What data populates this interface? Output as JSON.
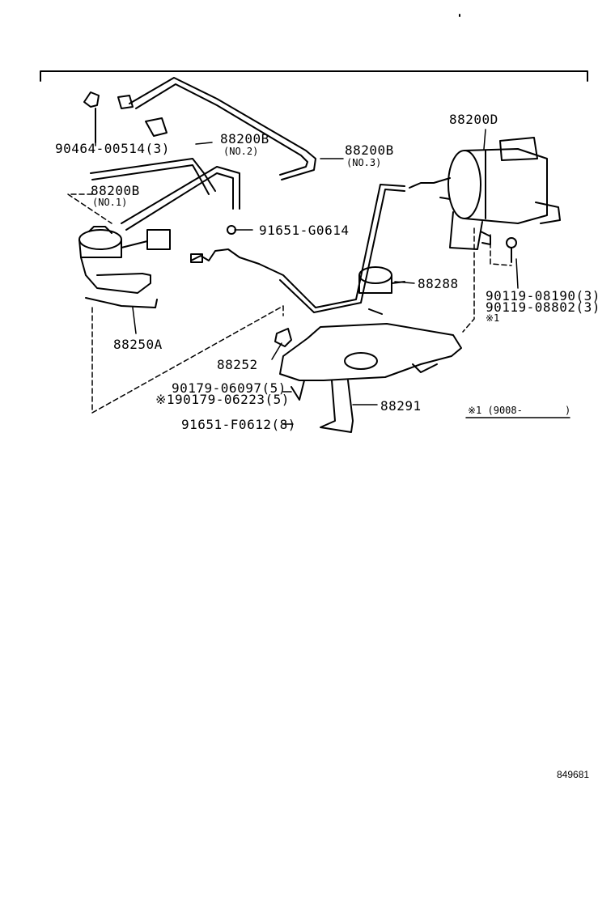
{
  "diagram": {
    "reference_number": "849681",
    "footnote_range": "※1 (9008-",
    "parts": [
      {
        "code": "88200D"
      },
      {
        "code": "88200B",
        "note": "(NO.2)"
      },
      {
        "code": "88200B",
        "note": "(NO.3)"
      },
      {
        "code": "88200B",
        "note": "(NO.1)"
      },
      {
        "code": "90464-00514",
        "qty": "(3)"
      },
      {
        "code": "91651-G0614"
      },
      {
        "code": "88288"
      },
      {
        "code": "90119-08190",
        "qty": "(3)"
      },
      {
        "code": "90119-08802",
        "qty": "(3)",
        "mark": "※1"
      },
      {
        "code": "88250A"
      },
      {
        "code": "88252"
      },
      {
        "code": "90179-06097",
        "qty": "(5)"
      },
      {
        "code": "90179-06223",
        "qty": "(5)",
        "mark": "※1"
      },
      {
        "code": "88291"
      },
      {
        "code": "91651-F0612",
        "qty": "(8)"
      }
    ]
  }
}
